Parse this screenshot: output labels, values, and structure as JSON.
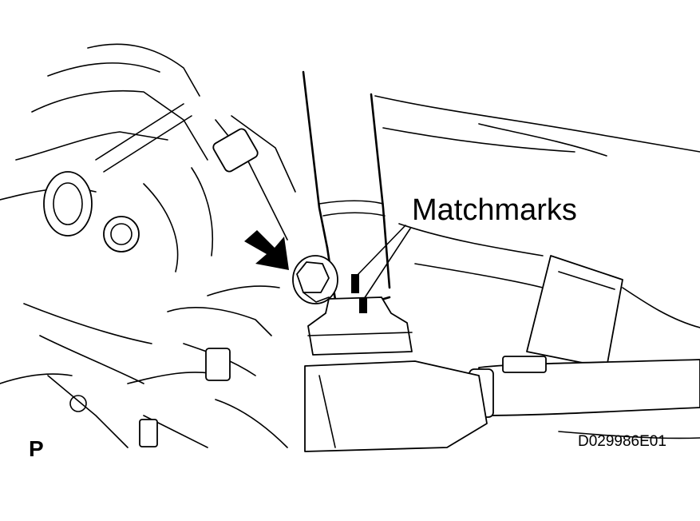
{
  "diagram": {
    "callout_label": "Matchmarks",
    "view_code": "P",
    "figure_id": "D029986E01",
    "line_color": "#000000",
    "background_color": "#ffffff",
    "icons": [
      "bolt-arrow-indicator",
      "matchmark-leader-lines"
    ]
  }
}
